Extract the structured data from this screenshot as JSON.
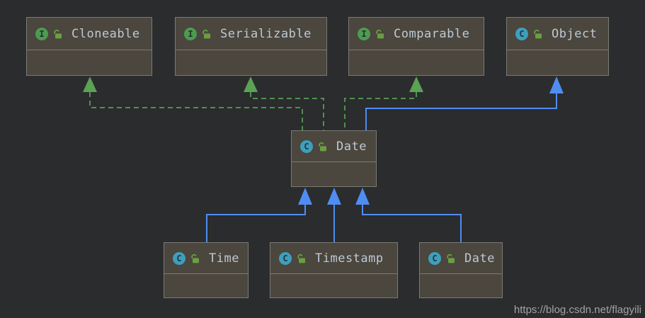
{
  "diagram_type": "uml-class-diagram",
  "nodes": [
    {
      "id": "cloneable",
      "label": "Cloneable",
      "kind": "interface",
      "badge": "I"
    },
    {
      "id": "serializable",
      "label": "Serializable",
      "kind": "interface",
      "badge": "I"
    },
    {
      "id": "comparable",
      "label": "Comparable",
      "kind": "interface",
      "badge": "I"
    },
    {
      "id": "object",
      "label": "Object",
      "kind": "class",
      "badge": "C"
    },
    {
      "id": "date",
      "label": "Date",
      "kind": "class",
      "badge": "C"
    },
    {
      "id": "time",
      "label": "Time",
      "kind": "class",
      "badge": "C"
    },
    {
      "id": "timestamp",
      "label": "Timestamp",
      "kind": "class",
      "badge": "C"
    },
    {
      "id": "date2",
      "label": "Date",
      "kind": "class",
      "badge": "C"
    }
  ],
  "edges": [
    {
      "from": "date",
      "to": "cloneable",
      "type": "implements"
    },
    {
      "from": "date",
      "to": "serializable",
      "type": "implements"
    },
    {
      "from": "date",
      "to": "comparable",
      "type": "implements"
    },
    {
      "from": "date",
      "to": "object",
      "type": "extends"
    },
    {
      "from": "time",
      "to": "date",
      "type": "extends"
    },
    {
      "from": "timestamp",
      "to": "date",
      "type": "extends"
    },
    {
      "from": "date2",
      "to": "date",
      "type": "extends"
    }
  ],
  "colors": {
    "background": "#2B2C2E",
    "node_fill": "#4B463E",
    "node_border": "#7C7A75",
    "label_text": "#BEC9D3",
    "implements_edge": "#4F9150",
    "extends_edge": "#4F8DF2",
    "interface_badge": "#4D9B51",
    "class_badge": "#3E9FBC",
    "lock_icon": "#69A03F"
  },
  "watermark": "https://blog.csdn.net/flagyili"
}
